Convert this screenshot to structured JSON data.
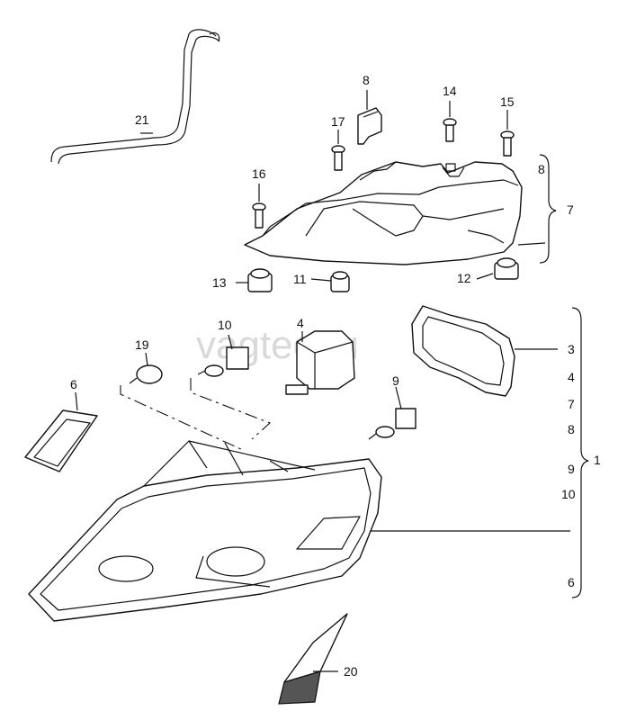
{
  "watermark": "vagtec.ru",
  "callouts": [
    "21",
    "8",
    "14",
    "15",
    "17",
    "16",
    "13",
    "11",
    "12",
    "10",
    "4",
    "19",
    "6",
    "9",
    "20"
  ],
  "group_upper": {
    "bracket_label": "7",
    "items": [
      "8"
    ]
  },
  "group_main": {
    "bracket_label": "1",
    "items": [
      "3",
      "4",
      "7",
      "8",
      "9",
      "10",
      "6"
    ]
  }
}
